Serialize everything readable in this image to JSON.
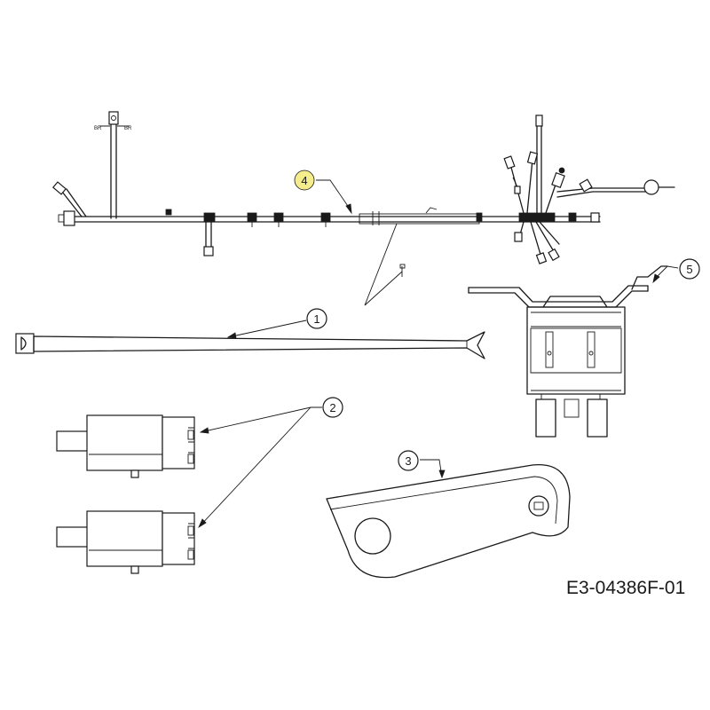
{
  "drawing_code": "E3-04386F-01",
  "callouts": {
    "c1": "1",
    "c2": "2",
    "c3": "3",
    "c4": "4",
    "c5": "5"
  },
  "highlight_color": "#f5ec8c"
}
